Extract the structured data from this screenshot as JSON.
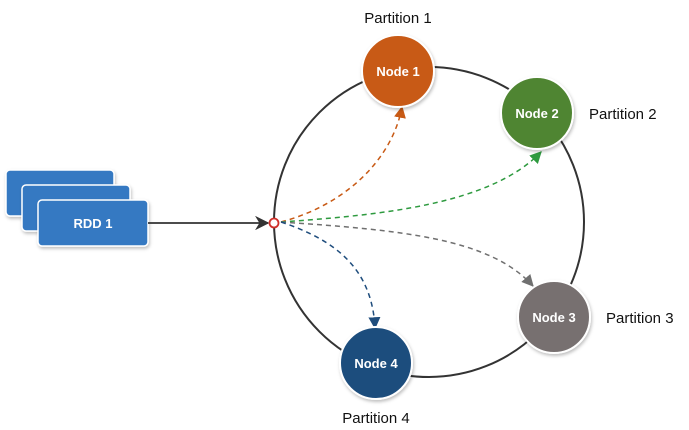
{
  "rdd": {
    "label": "RDD 1",
    "color": "#3479c2",
    "stack_count": 3
  },
  "ring": {
    "stroke_color": "#333333",
    "entry_point_color": "#d0302a"
  },
  "nodes": [
    {
      "id": "node-1",
      "label": "Node 1",
      "partition": "Partition 1",
      "color": "#c85a15"
    },
    {
      "id": "node-2",
      "label": "Node 2",
      "partition": "Partition 2",
      "color": "#4f8530"
    },
    {
      "id": "node-3",
      "label": "Node 3",
      "partition": "Partition 3",
      "color": "#777070"
    },
    {
      "id": "node-4",
      "label": "Node 4",
      "partition": "Partition 4",
      "color": "#1f4d7d"
    }
  ],
  "edges": [
    {
      "to": "node-1",
      "style": "dashed",
      "color": "#c85a15"
    },
    {
      "to": "node-2",
      "style": "dashed",
      "color": "#2e9a3f"
    },
    {
      "to": "node-3",
      "style": "dashed",
      "color": "#707070"
    },
    {
      "to": "node-4",
      "style": "dashed",
      "color": "#1f4d7d"
    }
  ]
}
